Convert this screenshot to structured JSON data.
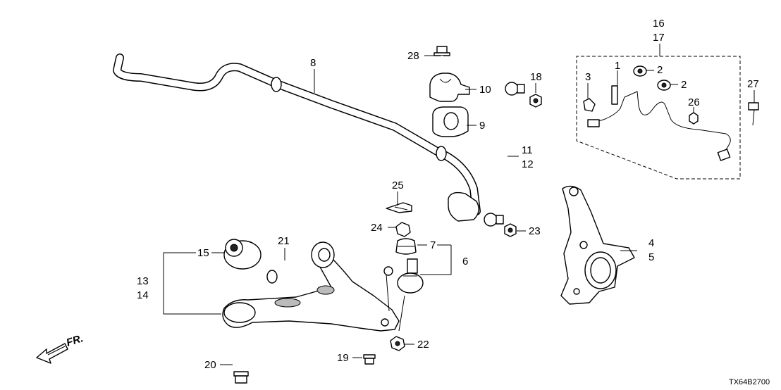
{
  "diagram": {
    "code": "TX64B2700",
    "direction_label": "FR.",
    "callouts": {
      "c1": "1",
      "c2a": "2",
      "c2b": "2",
      "c3": "3",
      "c4": "4",
      "c5": "5",
      "c6": "6",
      "c7": "7",
      "c8": "8",
      "c9": "9",
      "c10": "10",
      "c11": "11",
      "c12": "12",
      "c13": "13",
      "c14": "14",
      "c15": "15",
      "c16": "16",
      "c17": "17",
      "c18": "18",
      "c19": "19",
      "c20": "20",
      "c21": "21",
      "c22": "22",
      "c23": "23",
      "c24": "24",
      "c25": "25",
      "c26": "26",
      "c27": "27",
      "c28": "28"
    }
  }
}
